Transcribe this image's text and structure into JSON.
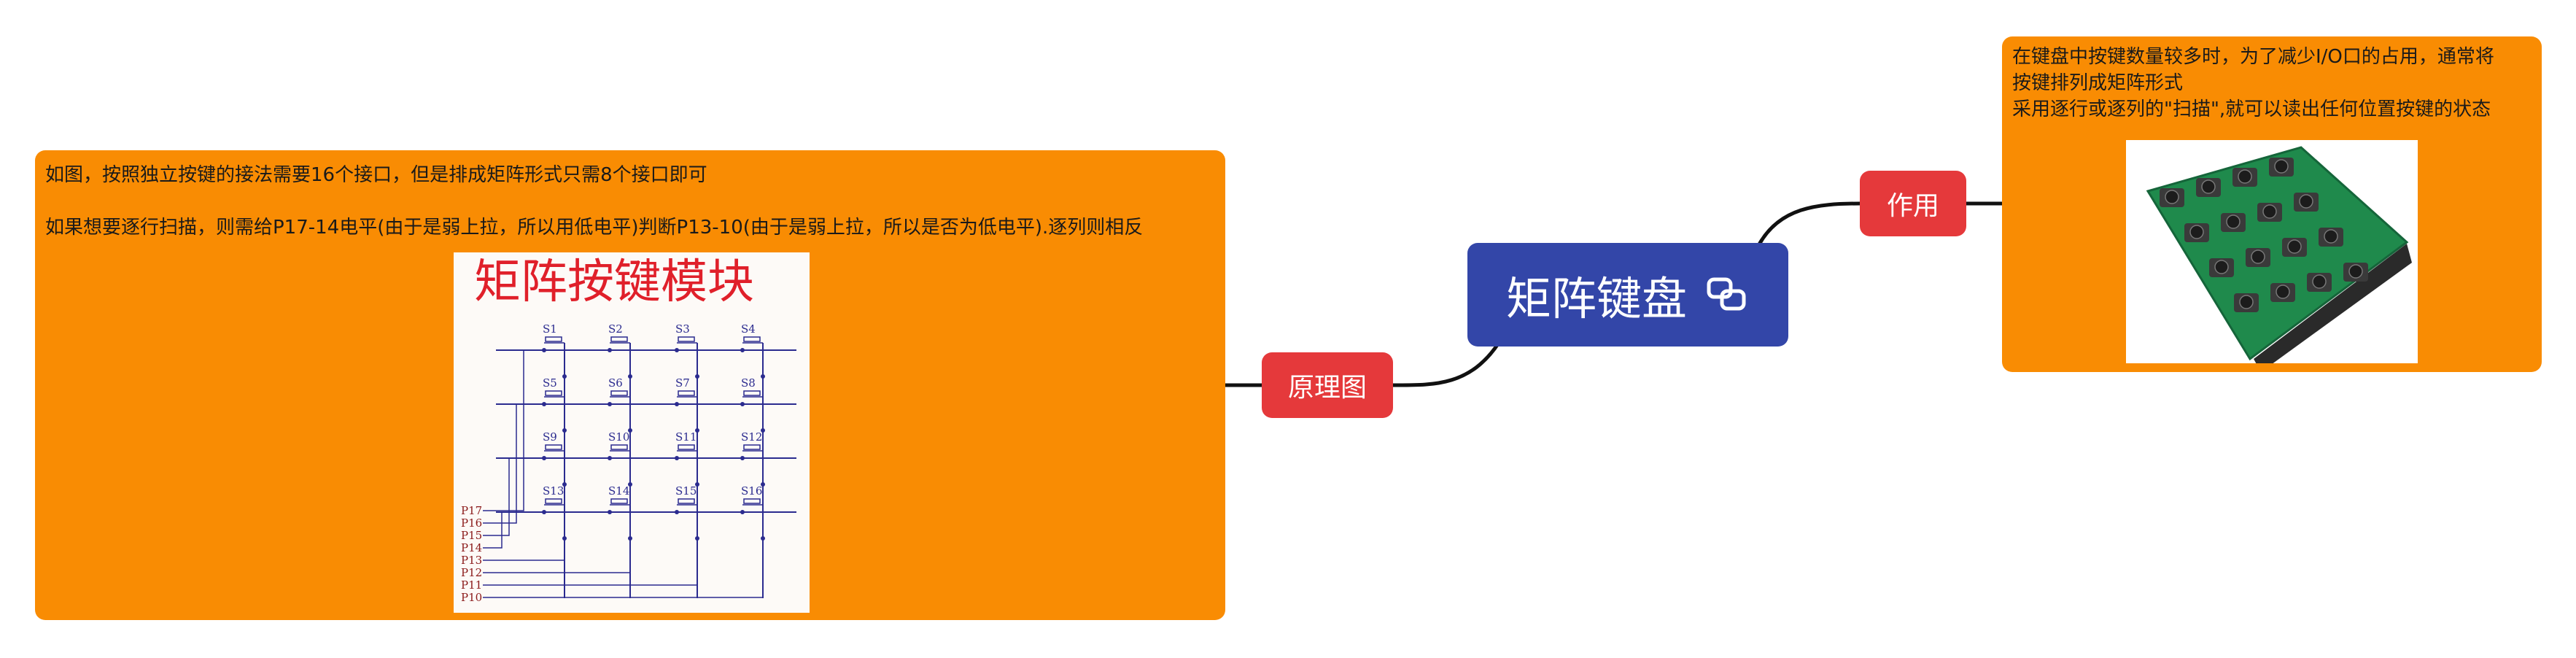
{
  "central": {
    "title": "矩阵键盘",
    "icon": "link-icon"
  },
  "branches": {
    "yuanli": {
      "label": "原理图"
    },
    "zuoyong": {
      "label": "作用"
    }
  },
  "notes": {
    "left": {
      "line1": "如图，按照独立按键的接法需要16个接口，但是排成矩阵形式只需8个接口即可",
      "line2": "如果想要逐行扫描，则需给P17-14电平(由于是弱上拉，所以用低电平)判断P13-10(由于是弱上拉，所以是否为低电平).逐列则相反"
    },
    "right": {
      "line1": "在键盘中按键数量较多时，为了减少I/O口的占用，通常将",
      "line2": "按键排列成矩阵形式",
      "line3": "采用逐行或逐列的\"扫描\",就可以读出任何位置按键的状态"
    }
  },
  "schematic": {
    "title": "矩阵按键模块",
    "keys": [
      "S1",
      "S2",
      "S3",
      "S4",
      "S5",
      "S6",
      "S7",
      "S8",
      "S9",
      "S10",
      "S11",
      "S12",
      "S13",
      "S14",
      "S15",
      "S16"
    ],
    "pins": [
      "P17",
      "P16",
      "P15",
      "P14",
      "P13",
      "P12",
      "P11",
      "P10"
    ]
  },
  "colors": {
    "central": "#3346a8",
    "tag": "#e5393b",
    "note": "#f98c03",
    "line": "#111111",
    "schematic_wire": "#2b2b8f",
    "schematic_title": "#e0202a",
    "schematic_pin": "#8b1a1a",
    "pcb": "#1f8a4c"
  }
}
